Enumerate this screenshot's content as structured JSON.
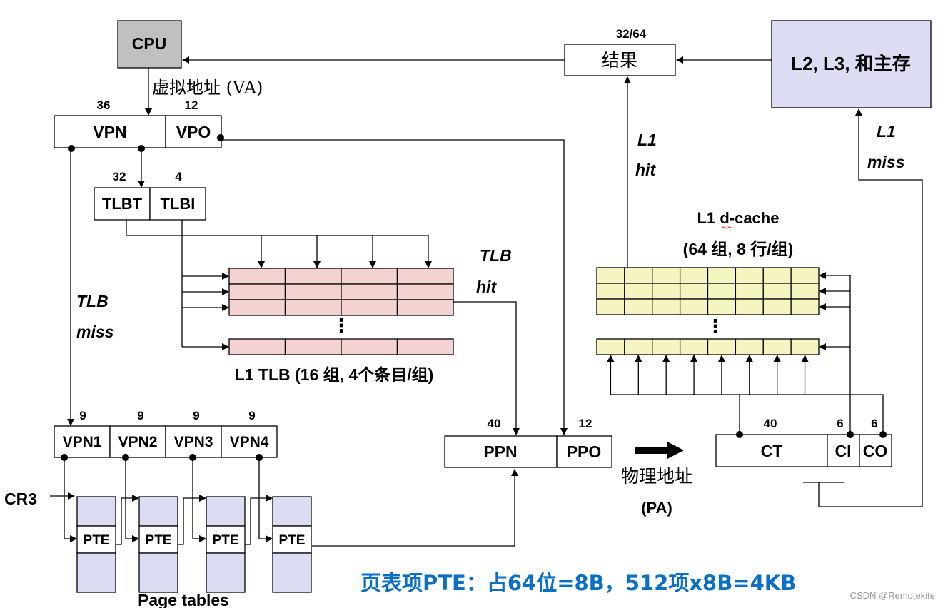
{
  "colors": {
    "cpu_fill": "#c0c0c0",
    "memory_fill": "#dcdcf2",
    "tlb_fill": "#f4d2d2",
    "cache_fill": "#f6f4c0",
    "page_table_fill": "#dcdcf2",
    "note_color": "#0b6fc4"
  },
  "cpu": {
    "label": "CPU"
  },
  "va": {
    "label": "虚拟地址 (VA)",
    "vpn": {
      "label": "VPN",
      "bits": "36"
    },
    "vpo": {
      "label": "VPO",
      "bits": "12"
    }
  },
  "tlb_index": {
    "tlbt": {
      "label": "TLBT",
      "bits": "32"
    },
    "tlbi": {
      "label": "TLBI",
      "bits": "4"
    }
  },
  "tlb": {
    "caption": "L1 TLB (16 组, 4个条目/组)",
    "ways": 4,
    "visible_sets": 4,
    "ellipsis": "⋮"
  },
  "labels": {
    "tlb_hit_1": "TLB",
    "tlb_hit_2": "hit",
    "tlb_miss_1": "TLB",
    "tlb_miss_2": "miss",
    "l1_hit_1": "L1",
    "l1_hit_2": "hit",
    "l1_miss_1": "L1",
    "l1_miss_2": "miss",
    "cr3": "CR3",
    "page_tables": "Page tables"
  },
  "vpn_split": [
    {
      "label": "VPN1",
      "bits": "9"
    },
    {
      "label": "VPN2",
      "bits": "9"
    },
    {
      "label": "VPN3",
      "bits": "9"
    },
    {
      "label": "VPN4",
      "bits": "9"
    }
  ],
  "page_tables": [
    {
      "entry": "PTE"
    },
    {
      "entry": "PTE"
    },
    {
      "entry": "PTE"
    },
    {
      "entry": "PTE"
    }
  ],
  "pa": {
    "label_line1": "物理地址",
    "label_line2": "(PA)",
    "ppn": {
      "label": "PPN",
      "bits": "40"
    },
    "ppo": {
      "label": "PPO",
      "bits": "12"
    }
  },
  "cache_addr": {
    "ct": {
      "label": "CT",
      "bits": "40"
    },
    "ci": {
      "label": "CI",
      "bits": "6"
    },
    "co": {
      "label": "CO",
      "bits": "6"
    }
  },
  "cache": {
    "title": "L1 d-cache",
    "subtitle": "(64 组, 8 行/组)",
    "lines_per_set": 8,
    "visible_sets": 4,
    "ellipsis": "⋮"
  },
  "result": {
    "label": "结果",
    "bits": "32/64"
  },
  "memory": {
    "label": "L2, L3, 和主存"
  },
  "note": "页表项PTE：占64位=8B，512项x8B=4KB",
  "watermark": "CSDN @Remotekite"
}
